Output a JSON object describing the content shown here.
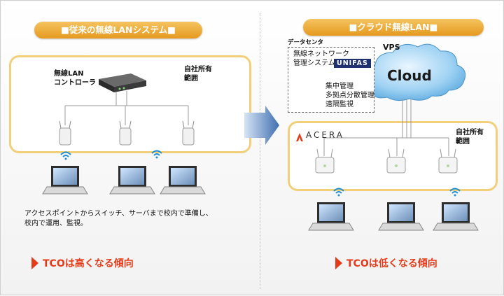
{
  "left": {
    "banner": "■従来の無線LANシステム■",
    "controller_label_1": "無線LAN",
    "controller_label_2": "コントローラ",
    "area_label_1": "自社所有",
    "area_label_2": "範囲",
    "description_1": "アクセスポイントからスイッチ、サーバまで校内で準備し、",
    "description_2": "校内で運用、監視。",
    "tco": "TCOは高くなる傾向"
  },
  "right": {
    "banner": "■クラウド無線LAN■",
    "datacenter_label": "データセンタ",
    "mgmt_label_1": "無線ネットワーク",
    "mgmt_label_2": "管理システム",
    "unifas": "UNIFAS",
    "feature_1": "集中管理",
    "feature_2": "多拠点分散管理",
    "feature_3": "遠隔監視",
    "vps_label": "VPS",
    "cloud_label": "Cloud",
    "acera_logo": "ACERA",
    "area_label_1": "自社所有",
    "area_label_2": "範囲",
    "tco": "TCOは低くなる傾向"
  },
  "colors": {
    "banner": "#e59a1f",
    "panel_border": "#f2cf7a",
    "tco_text": "#e63b1a",
    "arrow": "#3f6fb0",
    "cloud": "#6fb6e6",
    "unifas": "#1f3170"
  }
}
